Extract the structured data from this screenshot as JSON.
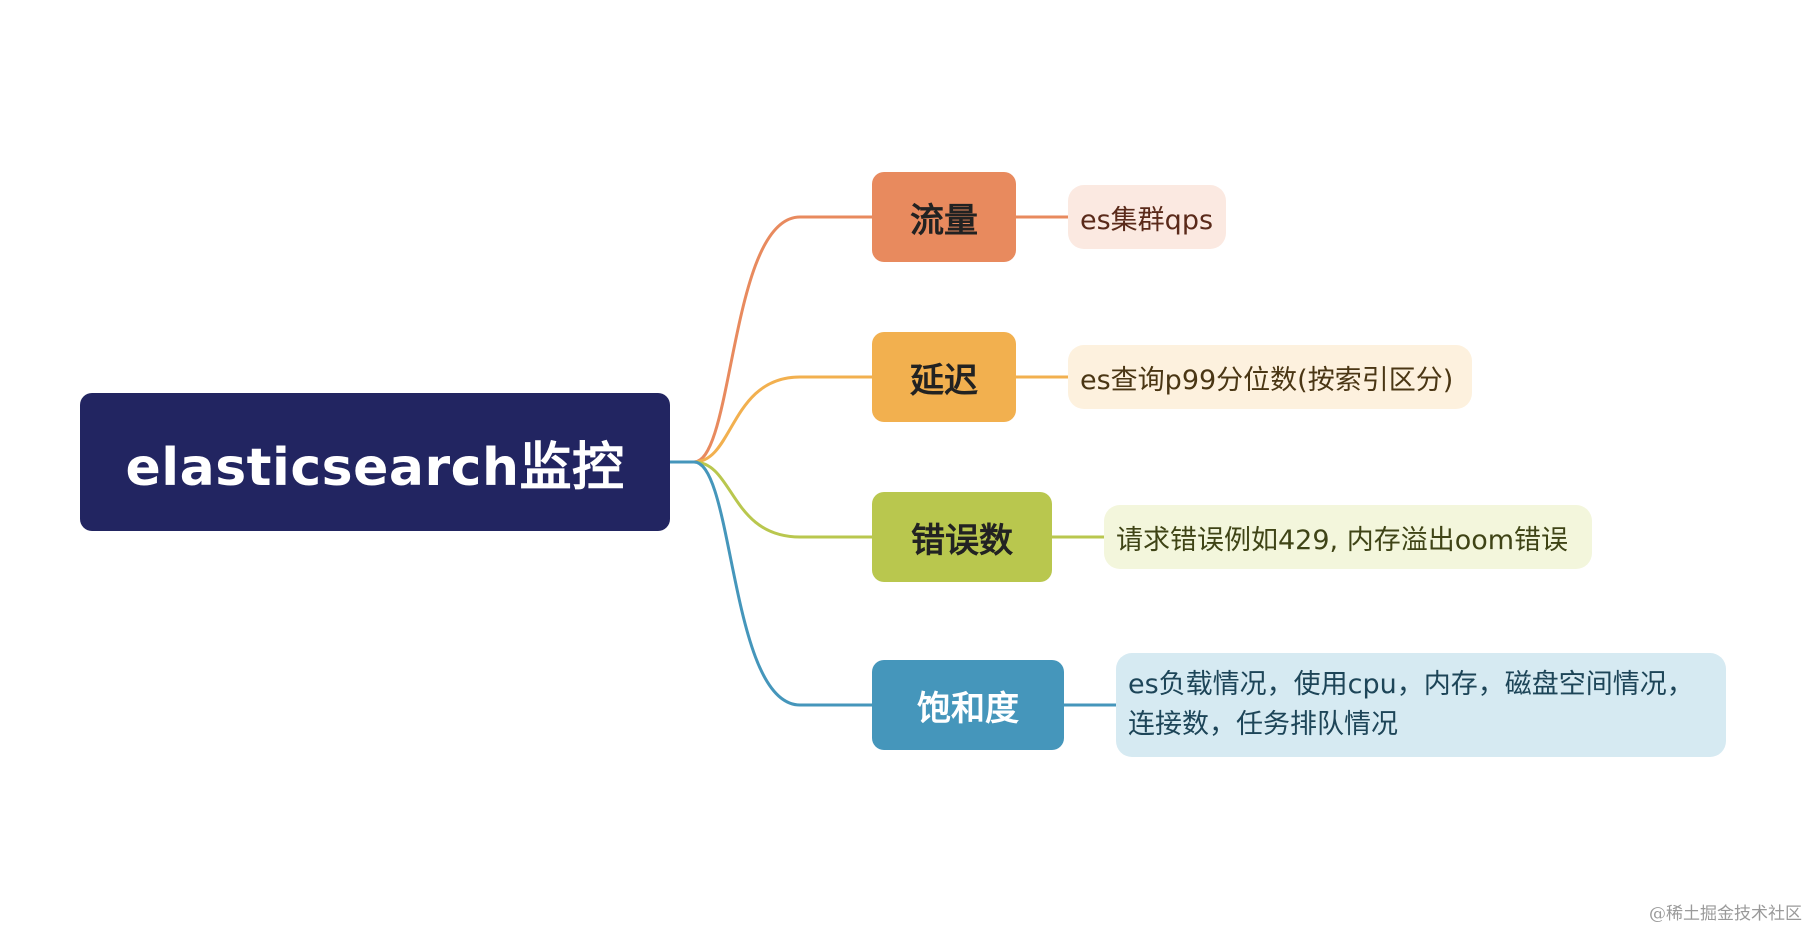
{
  "root": {
    "label": "elasticsearch监控",
    "color": "#222561"
  },
  "branches": [
    {
      "label": "流量",
      "color": "#E88A5E",
      "text_color": "#222222",
      "leaf": {
        "lines": [
          "es集群qps"
        ],
        "bg": "#FBE9E1",
        "text_color": "#5a2a1a"
      }
    },
    {
      "label": "延迟",
      "color": "#F2B04F",
      "text_color": "#222222",
      "leaf": {
        "lines": [
          "es查询p99分位数(按索引区分)"
        ],
        "bg": "#FDF1DE",
        "text_color": "#4a3614"
      }
    },
    {
      "label": "错误数",
      "color": "#B9C74E",
      "text_color": "#222222",
      "leaf": {
        "lines": [
          "请求错误例如429, 内存溢出oom错误"
        ],
        "bg": "#F3F6DC",
        "text_color": "#3f4416"
      }
    },
    {
      "label": "饱和度",
      "color": "#4596BB",
      "text_color": "#ffffff",
      "leaf": {
        "lines": [
          "es负载情况，使用cpu，内存，磁盘空间情况，",
          "连接数，任务排队情况"
        ],
        "bg": "#D6EAF2",
        "text_color": "#1d4558"
      }
    }
  ],
  "watermark": "@稀土掘金技术社区"
}
